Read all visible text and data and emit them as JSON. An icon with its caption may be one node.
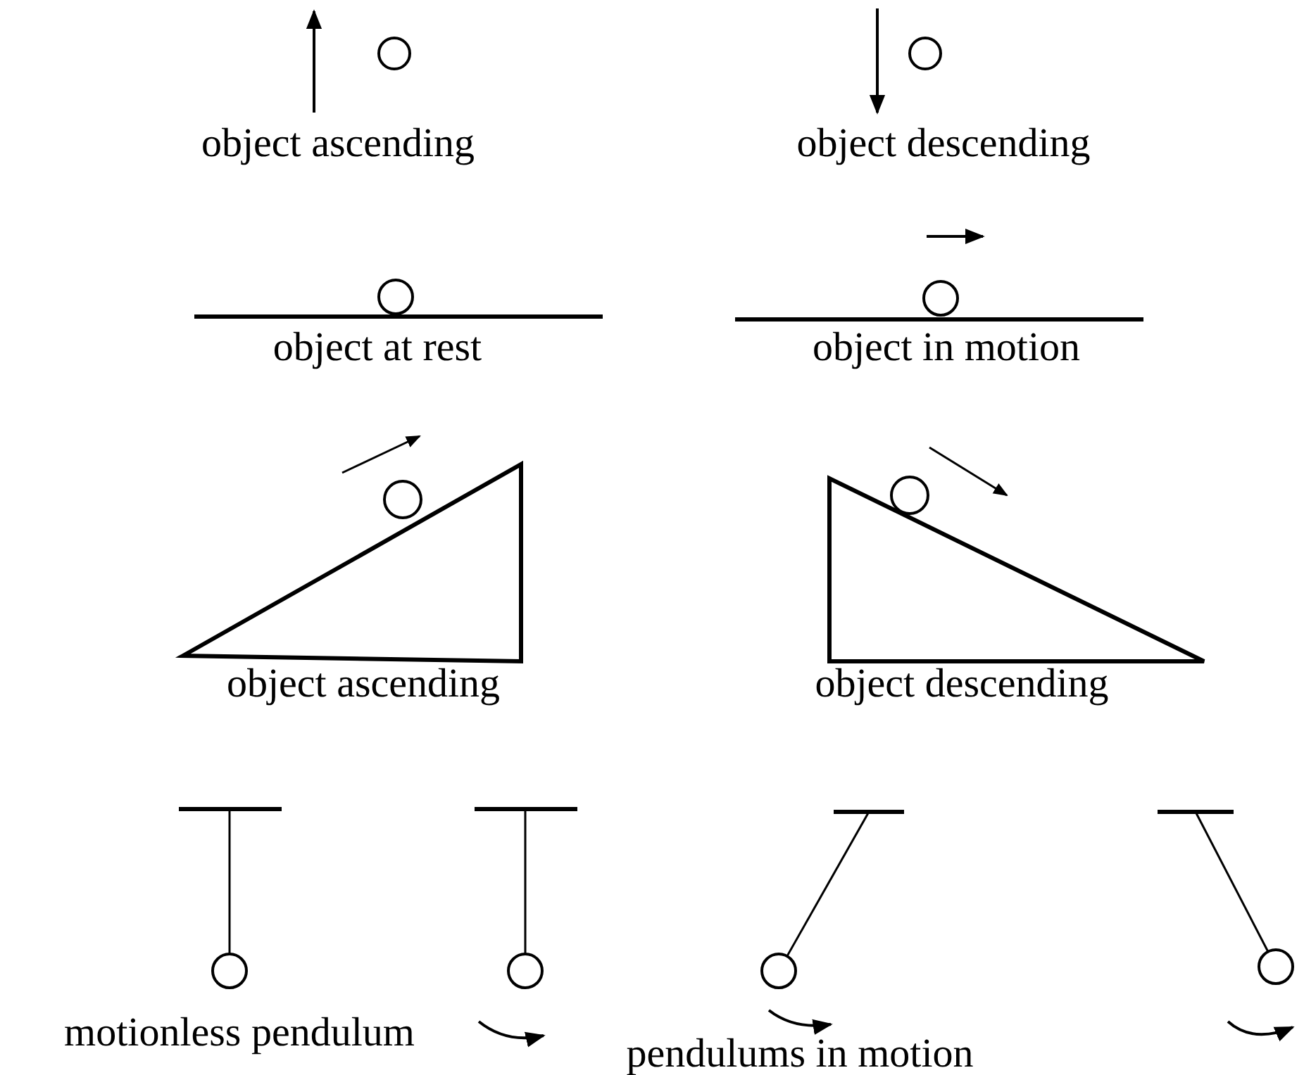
{
  "diagram": {
    "labels": [
      "object ascending",
      "object descending",
      "object at rest",
      "object in motion",
      "object ascending",
      "object descending",
      "motionless pendulum",
      "pendulums in motion"
    ]
  }
}
